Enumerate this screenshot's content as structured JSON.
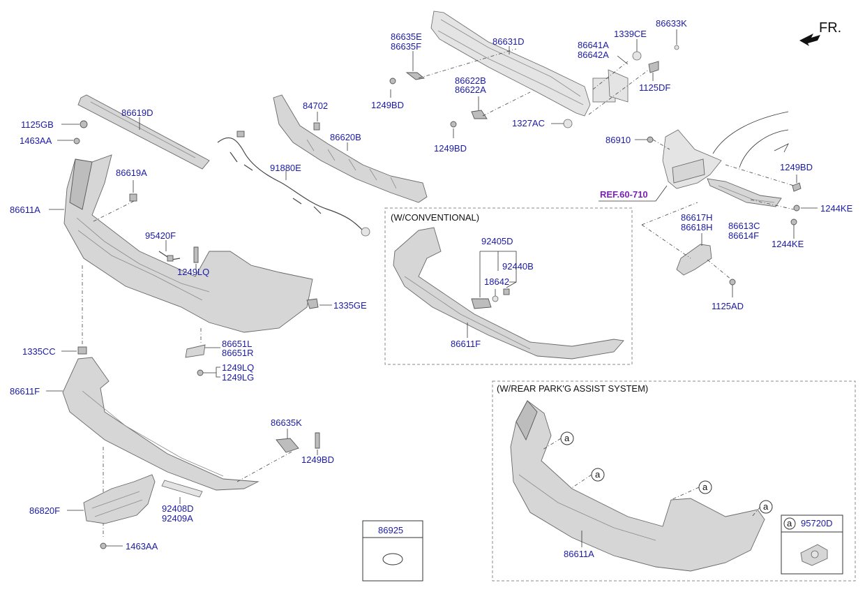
{
  "front_indicator": "FR.",
  "reference": "REF.60-710",
  "callout_letter": "a",
  "variants": {
    "conventional": "(W/CONVENTIONAL)",
    "park_assist": "(W/REAR PARK'G ASSIST SYSTEM)"
  },
  "labels": {
    "p86635E": "86635E",
    "p86635F": "86635F",
    "p86631D": "86631D",
    "p86641A": "86641A",
    "p86642A": "86642A",
    "p1339CE": "1339CE",
    "p86633K": "86633K",
    "p1125DF": "1125DF",
    "p1249BD_a": "1249BD",
    "p86622B": "86622B",
    "p86622A": "86622A",
    "p1327AC": "1327AC",
    "p1249BD_b": "1249BD",
    "p84702": "84702",
    "p86620B": "86620B",
    "p86619D": "86619D",
    "p1125GB": "1125GB",
    "p1463AA_a": "1463AA",
    "p86619A": "86619A",
    "p86611A_a": "86611A",
    "p91880E": "91880E",
    "p95420F": "95420F",
    "p1249LQ_a": "1249LQ",
    "p1335GE": "1335GE",
    "p86651L": "86651L",
    "p86651R": "86651R",
    "p1335CC": "1335CC",
    "p1249LQ_b": "1249LQ",
    "p1249LG": "1249LG",
    "p86611F_a": "86611F",
    "p86635K": "86635K",
    "p1249BD_c": "1249BD",
    "p86820F": "86820F",
    "p92408D": "92408D",
    "p92409A": "92409A",
    "p1463AA_b": "1463AA",
    "p92405D": "92405D",
    "p92440B": "92440B",
    "p18642": "18642",
    "p86611F_b": "86611F",
    "p86910": "86910",
    "p1249BD_d": "1249BD",
    "p1244KE_a": "1244KE",
    "p86617H": "86617H",
    "p86618H": "86618H",
    "p86613C": "86613C",
    "p86614F": "86614F",
    "p1244KE_b": "1244KE",
    "p1125AD": "1125AD",
    "p86925": "86925",
    "p86611A_b": "86611A",
    "p95720D": "95720D"
  },
  "colors": {
    "label": "#1a1aa6",
    "reference": "#7a1fb8",
    "part_fill": "#d6d6d6"
  }
}
